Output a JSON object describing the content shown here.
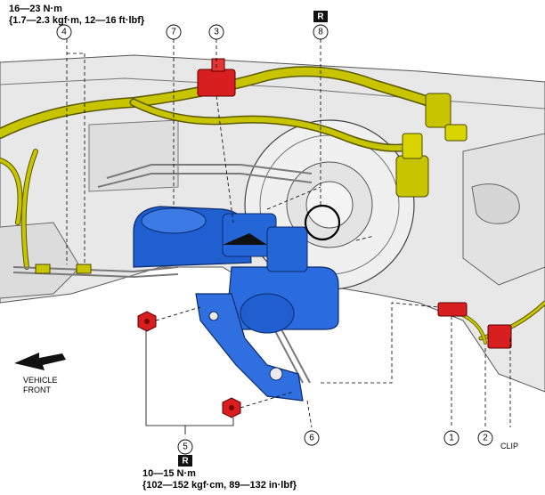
{
  "torque_top": {
    "line1": "16—23 N·m",
    "line2": "{1.7—2.3 kgf·m, 12—16 ft·lbf}"
  },
  "torque_bottom": {
    "line1": "10—15 N·m",
    "line2": "{102—152 kgf·cm, 89—132 in·lbf}"
  },
  "replace_mark": "R",
  "callouts": {
    "c1": "1",
    "c2": "2",
    "c3": "3",
    "c4": "4",
    "c5": "5",
    "c6": "6",
    "c7": "7",
    "c8": "8"
  },
  "clip_label": "CLIP",
  "vehicle_front": {
    "line1": "VEHICLE",
    "line2": "FRONT"
  },
  "colors": {
    "harness": "#c8c400",
    "component": "#1f5fd0",
    "fastener": "#d81e1e",
    "body": "#e9e9e9"
  }
}
